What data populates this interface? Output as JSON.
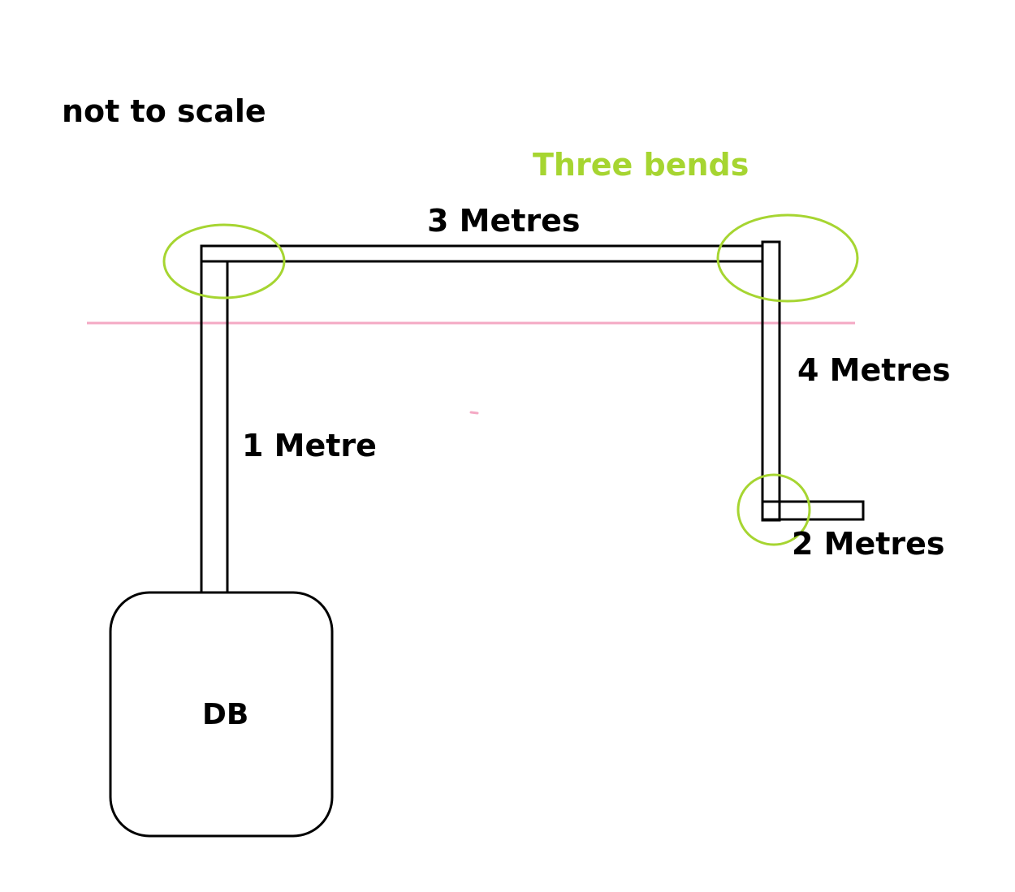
{
  "labels": {
    "note": "not to scale",
    "highlight": "Three bends",
    "top_run": "3 Metres",
    "right_run": "4 Metres",
    "left_run": "1 Metre",
    "end_run": "2 Metres",
    "box": "DB"
  },
  "colors": {
    "line": "#000000",
    "highlight": "#a6d531",
    "reference_line": "#f4a9c4",
    "text_highlight": "#a6d531",
    "text": "#000000"
  }
}
